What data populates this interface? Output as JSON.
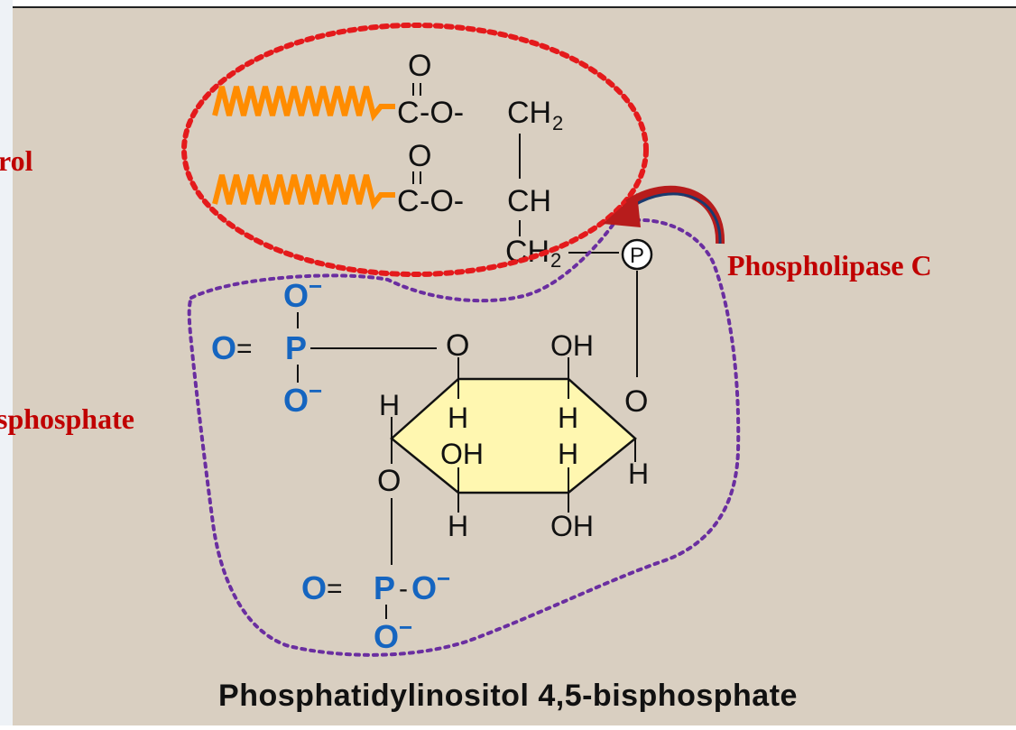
{
  "labels": {
    "diacylglycerol_partial": "rol",
    "ip3_partial": "sphosphate",
    "enzyme": "Phospholipase C",
    "caption": "Phosphatidylinositol 4,5-bisphosphate"
  },
  "structure": {
    "carbonyl_o": "O",
    "c": "C",
    "dash_o": "-O-",
    "ch2": "CH",
    "ch2_sub": "2",
    "ch": "CH",
    "phosphate_circle": "P",
    "ring_o": "O",
    "oh": "OH",
    "h": "H",
    "o_minus": "O",
    "minus": "−",
    "p": "P",
    "eq": "="
  },
  "colors": {
    "background": "#d9cfc1",
    "fatty_chain": "#ff8c00",
    "dag_outline": "#e41a1c",
    "ip3_outline": "#6a2ea0",
    "ring_fill": "#fff7b0",
    "phosphate_blue": "#1565c0",
    "label_red": "#c00000",
    "arrow": "#b71c1c"
  }
}
